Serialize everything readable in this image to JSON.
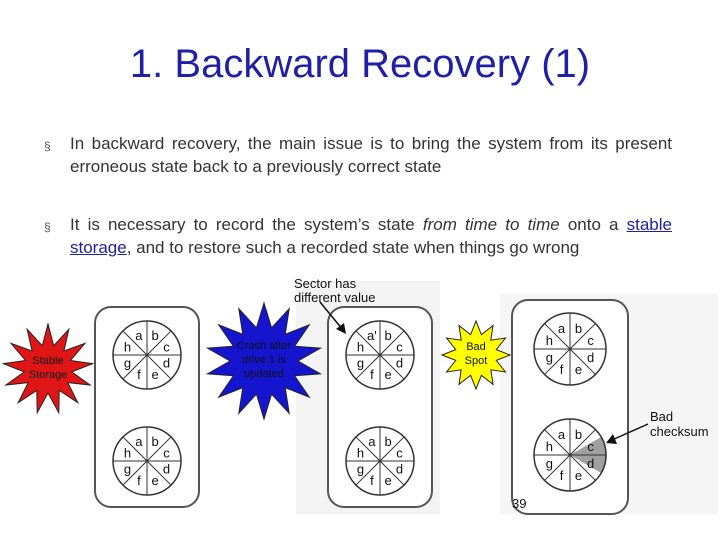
{
  "title": "1. Backward Recovery (1)",
  "bullets": [
    {
      "mark": "§",
      "text": "In backward recovery, the main issue is to bring the system from its present erroneous state back to a previously correct state"
    },
    {
      "mark": "§",
      "before": "It is necessary to record the system’s state ",
      "italic": "from time to time",
      "middle": " onto a ",
      "link": "stable storage",
      "after": ", and to restore such a recorded state when things go wrong"
    }
  ],
  "bursts": {
    "stable": {
      "line1": "Stable",
      "line2": "Storage",
      "color": "#e01616"
    },
    "crash": {
      "line1": "Crash after",
      "line2": "drive 1 is",
      "line3": "updated",
      "color": "#1515d0"
    },
    "bad_spot": {
      "line1": "Bad",
      "line2": "Spot",
      "color": "#ffff00"
    }
  },
  "annotations": {
    "sector_line1": "Sector has",
    "sector_line2": "different value",
    "bad_line1": "Bad",
    "bad_line2": "checksum"
  },
  "disk_sectors": {
    "normal": [
      "b",
      "c",
      "d",
      "e",
      "f",
      "g",
      "h",
      "a"
    ],
    "updated": [
      "b",
      "c",
      "d",
      "e",
      "f",
      "g",
      "h",
      "a'"
    ]
  },
  "highlight_color": "#a0a0a0",
  "page_number": "39"
}
